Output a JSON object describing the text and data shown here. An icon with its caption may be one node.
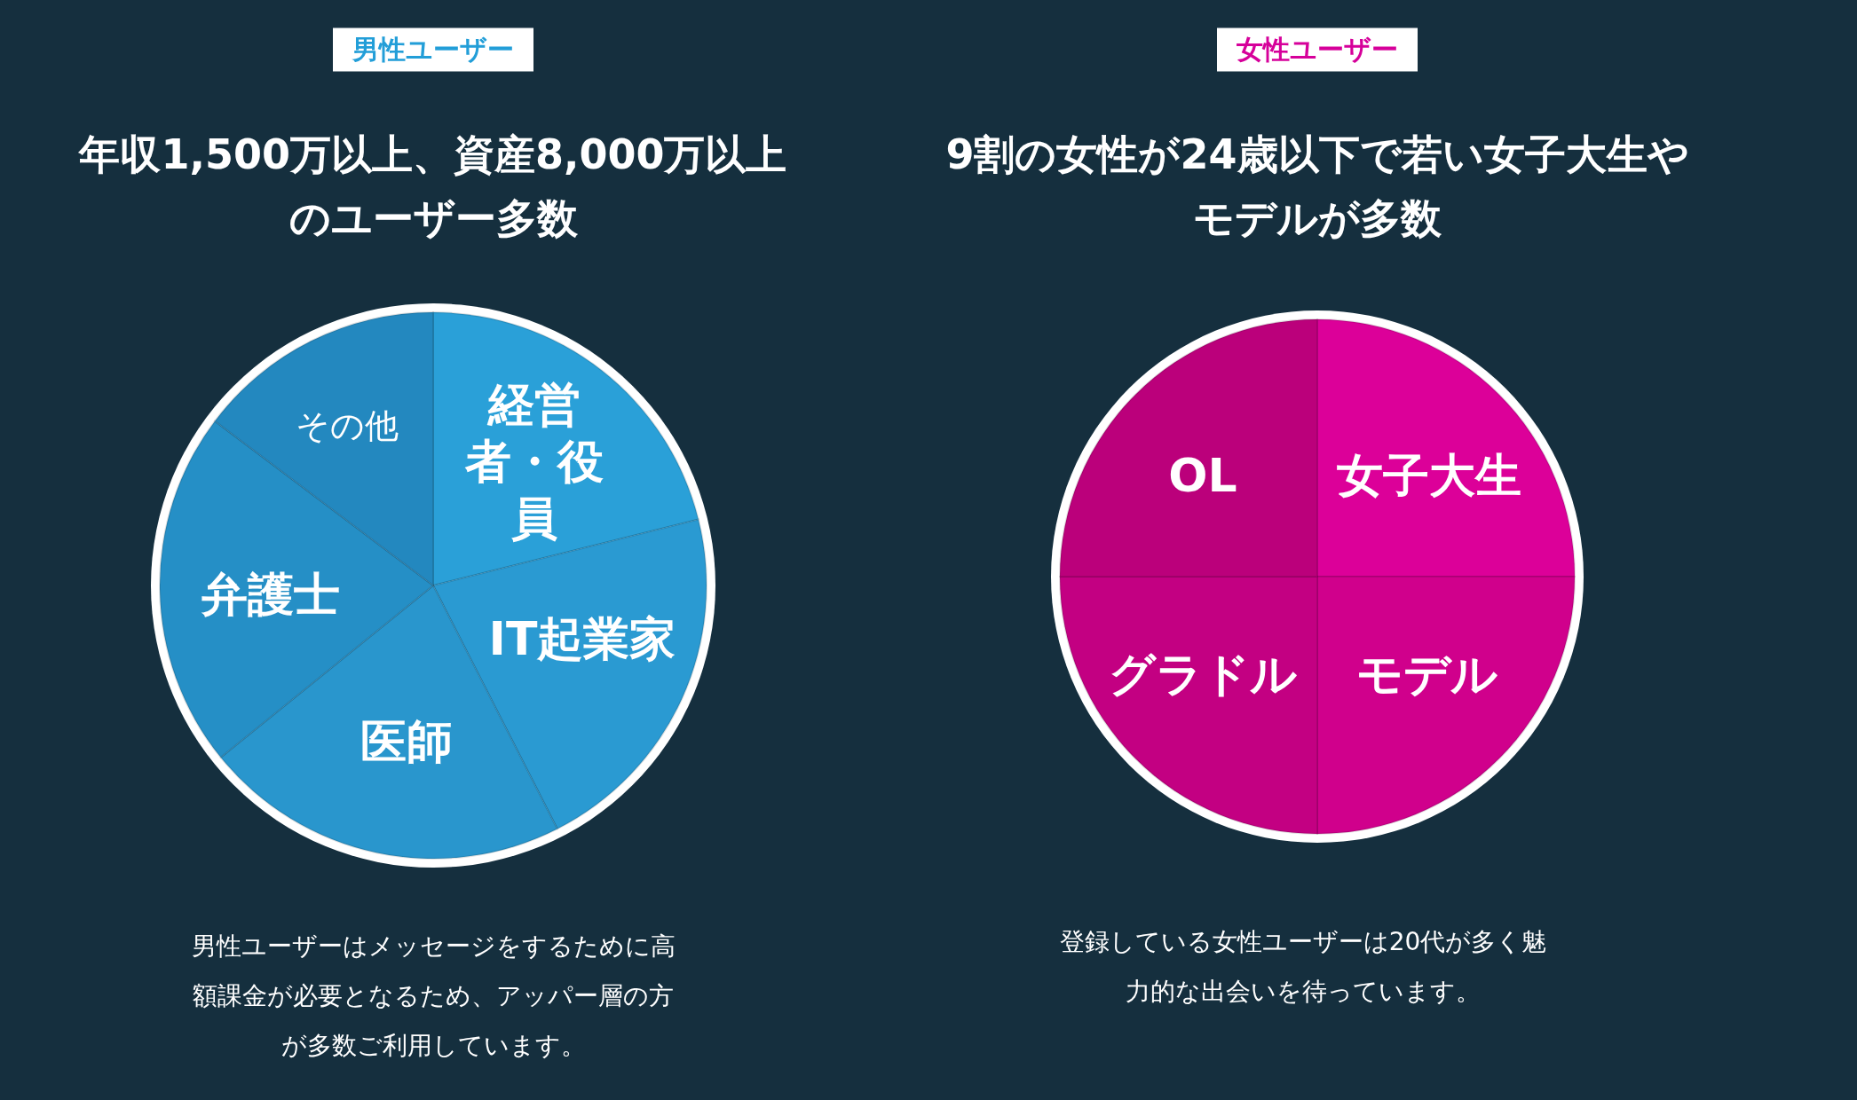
{
  "diagram": {
    "labels": [
      "男性ユーザー",
      "女性ユーザー",
      "年収1,500万以上、資産8,000万以上のユーザー多数",
      "9割の女性が24歳以下で若い女子大生やモデルが多数",
      "その他",
      "経営者・役員",
      "OL",
      "女子大生",
      "弁護士",
      "IT起業家",
      "グラドル",
      "モデル",
      "医師",
      "男性ユーザーはメッセージをするために高額課金が必要となるため、アッパー層の方が多数ご利用しています。",
      "登録している女性ユーザーは20代が多く魅力的な出会いを待っています。"
    ]
  }
}
